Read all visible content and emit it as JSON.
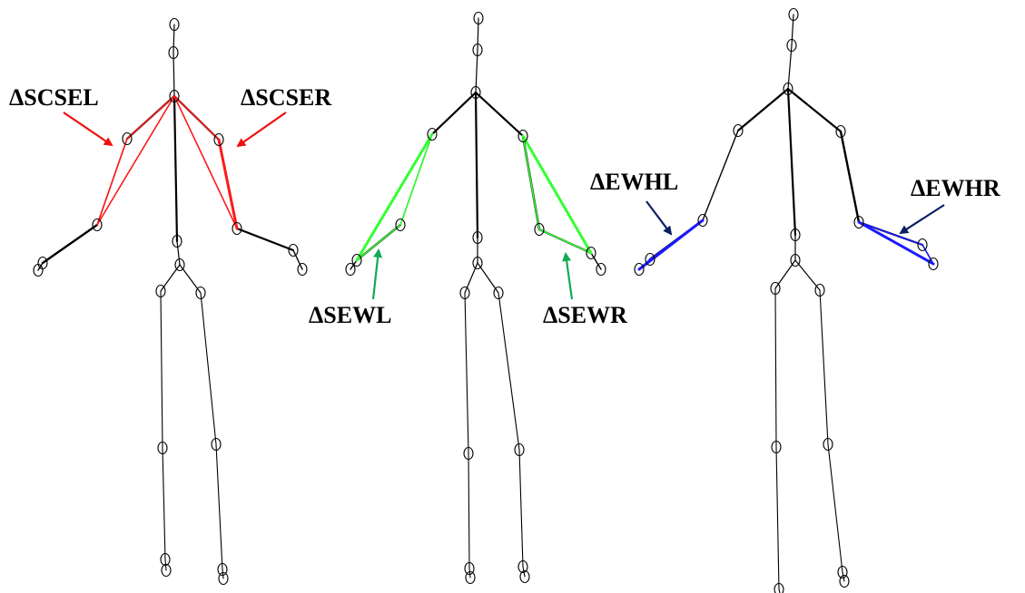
{
  "labels": {
    "scsel": "ΔSCSEL",
    "scser": "ΔSCSER",
    "sewl": "ΔSEWL",
    "sewr": "ΔSEWR",
    "ewhl": "ΔEWHL",
    "ewhr": "ΔEWHR"
  },
  "colors": {
    "skeleton": "#000000",
    "scse_triangles": "#ff1a1a",
    "sew_triangles": "#33ff33",
    "ewh_triangles": "#1a1aff",
    "scse_arrows": "#ee1111",
    "sew_arrows": "#11aa55",
    "ewh_arrows": "#0a2060"
  },
  "figures": [
    {
      "name": "figure-scse",
      "highlight": "scse"
    },
    {
      "name": "figure-sew",
      "highlight": "sew"
    },
    {
      "name": "figure-ewh",
      "highlight": "ewh"
    }
  ]
}
